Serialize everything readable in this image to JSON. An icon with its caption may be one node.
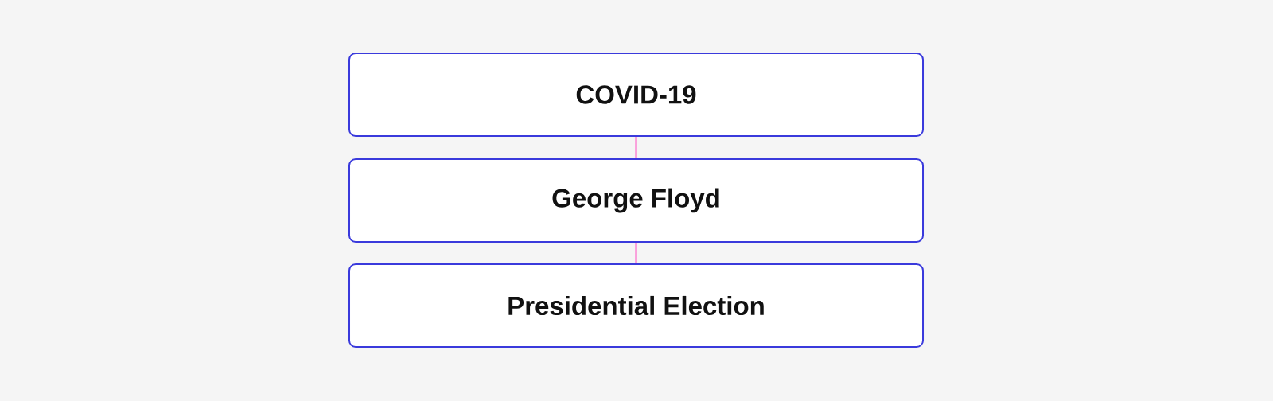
{
  "diagram": {
    "nodes": [
      {
        "text": [
          "COVID-19"
        ]
      },
      {
        "text": [
          "George Floyd"
        ]
      },
      {
        "text": [
          "Presidential Election"
        ]
      }
    ],
    "edges": [
      {
        "from": 0,
        "to": 1,
        "arrow": "none"
      },
      {
        "from": 1,
        "to": 2,
        "arrow": "none"
      }
    ]
  }
}
